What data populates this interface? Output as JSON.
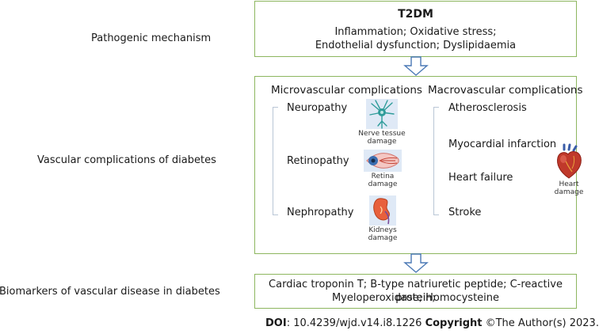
{
  "labels": {
    "pathogenic": "Pathogenic mechanism",
    "vascular": "Vascular complications of diabetes",
    "biomarkers": "Biomarkers of vascular disease in diabetes"
  },
  "mechanism_box": {
    "title": "T2DM",
    "line1": "Inflammation; Oxidative stress;",
    "line2": "Endothelial dysfunction; Dyslipidaemia"
  },
  "complications_box": {
    "micro_heading": "Microvascular complications",
    "macro_heading": "Macrovascular complications",
    "micro_items": [
      "Neuropathy",
      "Retinopathy",
      "Nephropathy"
    ],
    "macro_items": [
      "Atherosclerosis",
      "Myocardial infarction",
      "Heart failure",
      "Stroke"
    ],
    "captions": {
      "nerve_1": "Nerve tessue",
      "nerve_2": "damage",
      "retina_1": "Retina",
      "retina_2": "damage",
      "kidney_1": "Kidneys",
      "kidney_2": "damage",
      "heart_1": "Heart",
      "heart_2": "damage"
    }
  },
  "biomarker_box": {
    "line1": "Cardiac troponin T; B-type natriuretic peptide; C-reactive protein;",
    "line2": "Myeloperoxidase; Homocysteine"
  },
  "footer": {
    "doi_label": "DOI",
    "doi_value": ": 10.4239/wjd.v14.i8.1226 ",
    "copyright_label": "Copyright",
    "copyright_value": " ©The Author(s) 2023."
  },
  "colors": {
    "box_border": "#8db65f",
    "arrow": "#4a78b5",
    "icon_bg": "#dfe9f6"
  }
}
